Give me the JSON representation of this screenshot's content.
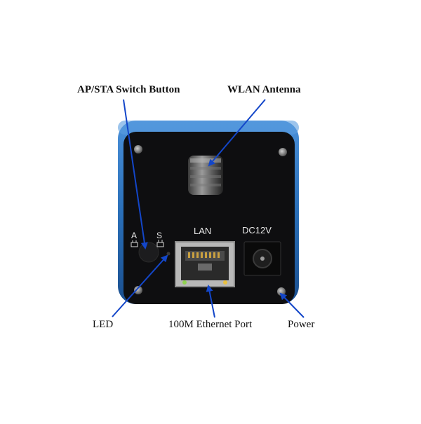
{
  "callouts": {
    "ap_sta_switch": "AP/STA Switch Button",
    "wlan_antenna": "WLAN Antenna",
    "led": "LED",
    "ethernet_port": "100M Ethernet Port",
    "power": "Power"
  },
  "panel_labels": {
    "mode_a": "A",
    "mode_s": "S",
    "lan": "LAN",
    "dc": "DC12V"
  },
  "colors": {
    "body_blue": "#2a6fb8",
    "panel_black": "#0e0e10",
    "arrow_blue": "#1346c9"
  }
}
